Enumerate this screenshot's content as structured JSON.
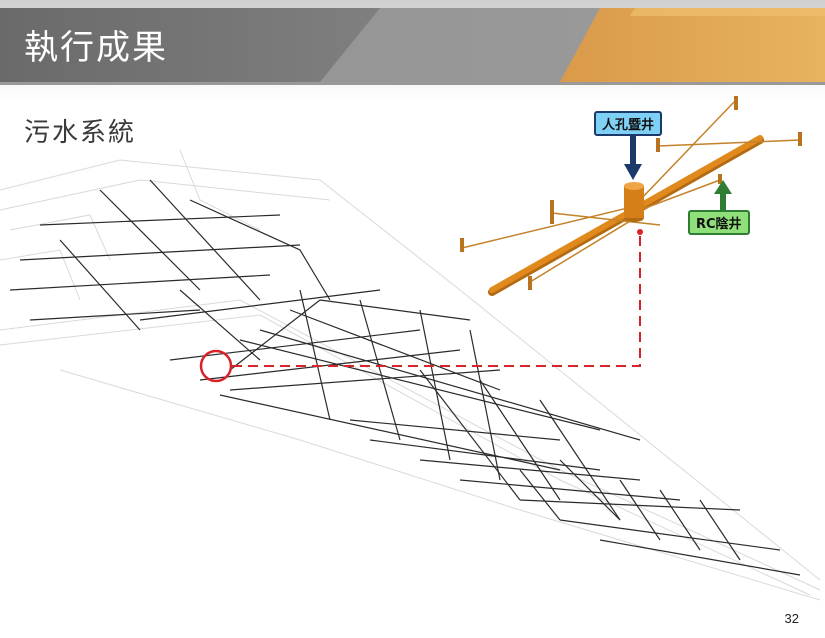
{
  "slide": {
    "title": "執行成果",
    "subtitle": "污水系統",
    "page_number": "32"
  },
  "labels": {
    "manhole": "人孔暨井",
    "rc_well": "RC陰井"
  },
  "colors": {
    "banner_dark": "#6b6b6b",
    "banner_accent": "#e0a24a",
    "pipe": "#e08a1e",
    "highlight": "#d8232a",
    "manhole_arrow": "#1b3a6b",
    "rc_arrow": "#2e7d32"
  }
}
